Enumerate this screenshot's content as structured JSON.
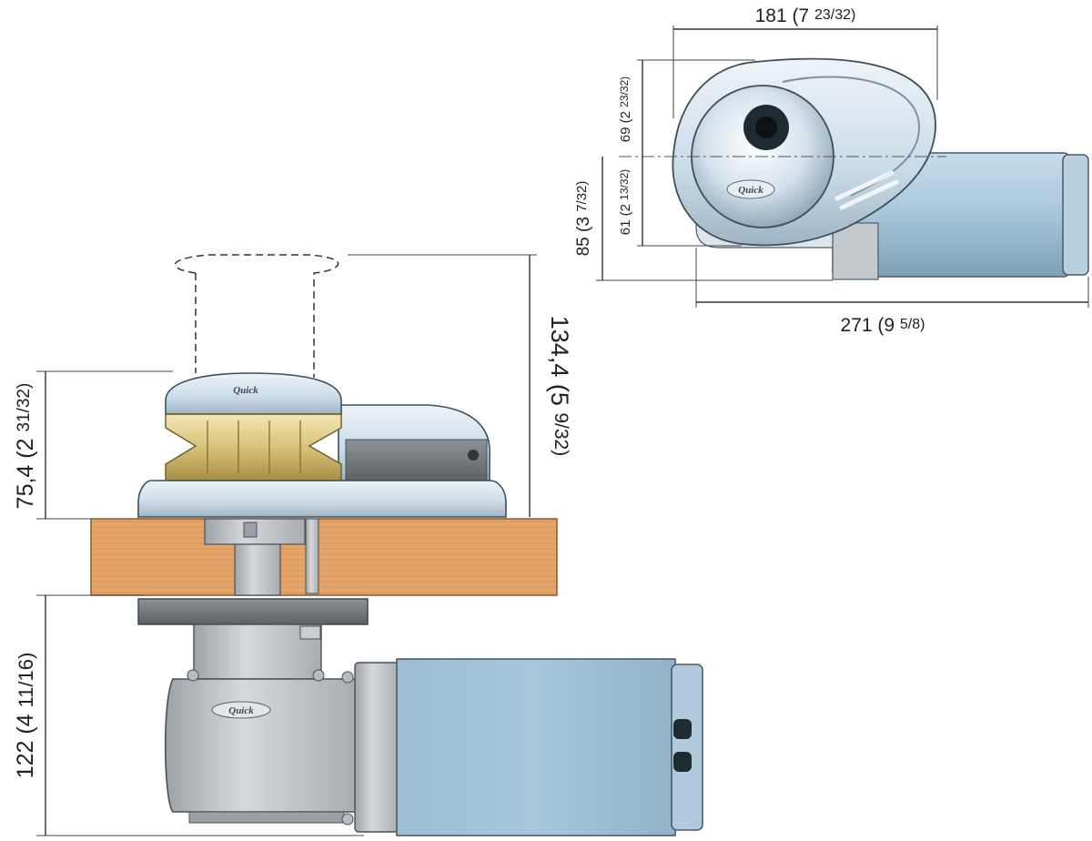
{
  "brand_logo": "Quick",
  "top_view": {
    "width_dimension": {
      "main": "181 (7 ",
      "frac": "23/32)"
    },
    "length_dimension": {
      "main": "271 (9 ",
      "frac": "5/8)"
    },
    "height_upper": {
      "main": "69 (2 ",
      "frac": "23/32)"
    },
    "height_lower": {
      "main": "61 (2 ",
      "frac": "13/32)"
    },
    "height_total": {
      "main": "85 (3 ",
      "frac": "7/32)"
    }
  },
  "side_view": {
    "total_height": {
      "main": "134,4 (5 ",
      "frac": "9/32)"
    },
    "above_deck": {
      "main": "75,4 (2 ",
      "frac": "31/32)"
    },
    "below_deck": {
      "main": "122 (4 ",
      "frac": "11/16)"
    }
  },
  "colors": {
    "motor": "#a8c6d9",
    "housing": "#c9dbe7",
    "gypsy": "#d8c27a",
    "deck": "#e7a569",
    "gearbox": "#c0c4c7"
  }
}
